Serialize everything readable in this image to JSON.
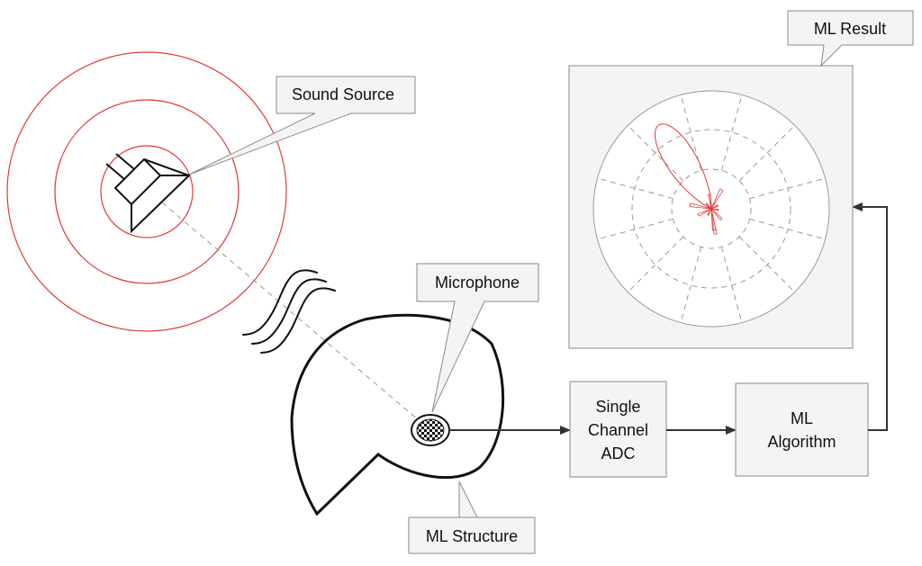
{
  "labels": {
    "sound_source": "Sound Source",
    "microphone": "Microphone",
    "ml_structure": "ML Structure",
    "ml_result": "ML Result",
    "adc_line1": "Single",
    "adc_line2": "Channel",
    "adc_line3": "ADC",
    "algo_line1": "ML",
    "algo_line2": "Algorithm"
  },
  "colors": {
    "ring": "#e03a3a",
    "box_fill": "#f4f4f4",
    "box_stroke": "#8a8a8a",
    "arrow": "#333333",
    "polar_lobe": "#e03a3a"
  },
  "icons": [
    "speaker-icon",
    "sound-wave-icon",
    "microphone-icon"
  ]
}
